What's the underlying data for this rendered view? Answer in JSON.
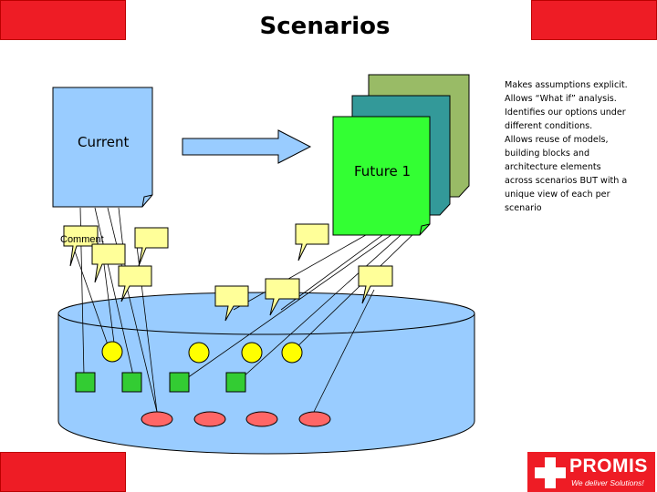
{
  "slide": {
    "title": "Scenarios"
  },
  "diagram": {
    "current_label": "Current",
    "future_label": "Future 1",
    "comment_label": "Comment"
  },
  "notes": [
    "Makes assumptions explicit.",
    "Allows “What if” analysis.",
    "Identifies our options under",
    "different conditions.",
    "Allows reuse of models,",
    "building blocks and",
    "architecture elements",
    "across scenarios BUT with a",
    "unique view of each per",
    "scenario"
  ],
  "logo": {
    "name": "PROMIS",
    "tagline": "We deliver Solutions!"
  },
  "colors": {
    "accent_red": "#ee1c25",
    "current_doc": "#99ccff",
    "future_doc": "#33ff33",
    "future_back_1": "#339999",
    "future_back_2": "#99bb66",
    "arrow": "#99ccff",
    "comment": "#ffff99",
    "repository": "#99ccff",
    "element_circle": "#ffff00",
    "element_square": "#33cc33",
    "element_ellipse": "#ff6666"
  }
}
